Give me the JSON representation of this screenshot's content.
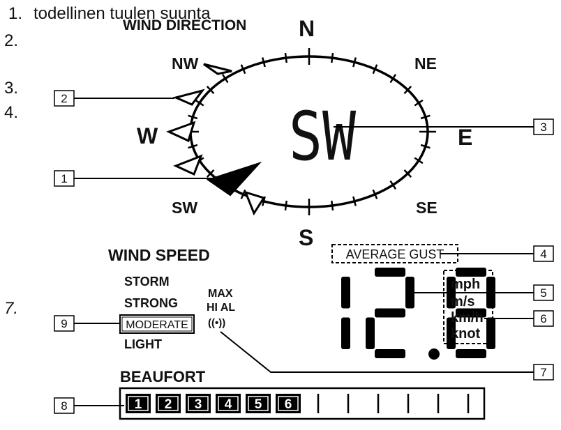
{
  "list": [
    {
      "num": "1.",
      "text": "todellinen tuulen suunta"
    },
    {
      "num": "2.",
      "text": ""
    },
    {
      "num": "3.",
      "text": ""
    },
    {
      "num": "4.",
      "text": ""
    },
    {
      "num": "7.",
      "text": ""
    }
  ],
  "compass": {
    "title": "WIND DIRECTION",
    "n": "N",
    "s": "S",
    "e": "E",
    "w": "W",
    "ne": "NE",
    "nw": "NW",
    "se": "SE",
    "sw": "SW",
    "center_reading": "SW"
  },
  "speed": {
    "title": "WIND SPEED",
    "levels": [
      "STORM",
      "STRONG",
      "MODERATE",
      "LIGHT"
    ],
    "selected_level": "MODERATE",
    "alarm": {
      "max": "MAX",
      "hi_al": "HI AL",
      "signal": "((•))"
    },
    "mode": "AVERAGE GUST",
    "value": "12.8",
    "units": [
      "mph",
      "m/s",
      "km/h",
      "knot"
    ]
  },
  "beaufort": {
    "title": "BEAUFORT",
    "active": [
      "1",
      "2",
      "3",
      "4",
      "5",
      "6"
    ],
    "total_cells": 12
  },
  "callouts": [
    "1",
    "2",
    "3",
    "4",
    "5",
    "6",
    "7",
    "8",
    "9"
  ]
}
